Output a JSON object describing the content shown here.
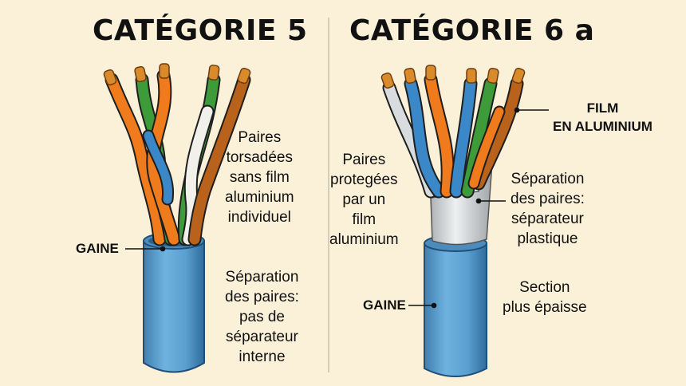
{
  "left": {
    "title": "CATÉGORIE 5",
    "twisted_pairs_text": "Paires\ntorsadées\nsans film\naluminium\nindividuel",
    "jacket_tag": "GAINE",
    "separation_text": "Séparation\ndes paires:\npas de\nséparateur\ninterne"
  },
  "right": {
    "title": "CATÉGORIE 6 a",
    "foil_tag": "FILM\nEN ALUMINIUM",
    "protected_pairs_text": "Paires\nprotegées\npar un\nfilm\naluminium",
    "separation_text": "Séparation\ndes paires:\nséparateur\nplastique",
    "jacket_tag": "GAINE",
    "section_text": "Section\nplus épaisse"
  },
  "colors": {
    "background": "#fbf1d9",
    "jacket_blue": "#5a9fcf",
    "wire_orange": "#f07b1c",
    "wire_green": "#3e9b3a",
    "wire_blue": "#3a88c8",
    "wire_brown": "#b8621c",
    "wire_white": "#f2f0ea",
    "copper": "#d98a2b",
    "foil": "#c9cbcd"
  }
}
